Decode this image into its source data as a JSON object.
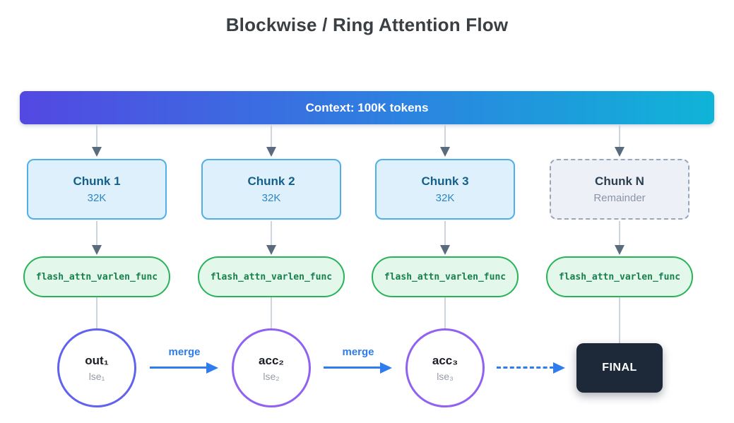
{
  "title": "Blockwise / Ring Attention Flow",
  "banner": {
    "label": "Context: 100K tokens",
    "gradient_left": "#5348e2",
    "gradient_mid": "#2e7fe0",
    "gradient_right": "#0fb4d8"
  },
  "columns": [
    {
      "chunk_title": "Chunk 1",
      "chunk_subtitle": "32K",
      "func_label": "flash_attn_varlen_func",
      "node_main": "out₁",
      "node_sub": "lse₁"
    },
    {
      "chunk_title": "Chunk 2",
      "chunk_subtitle": "32K",
      "func_label": "flash_attn_varlen_func",
      "node_main": "acc₂",
      "node_sub": "lse₂"
    },
    {
      "chunk_title": "Chunk 3",
      "chunk_subtitle": "32K",
      "func_label": "flash_attn_varlen_func",
      "node_main": "acc₃",
      "node_sub": "lse₃"
    },
    {
      "chunk_title": "Chunk N",
      "chunk_subtitle": "Remainder",
      "func_label": "flash_attn_varlen_func",
      "final_label": "FINAL"
    }
  ],
  "merge_arrows": [
    {
      "label": "merge",
      "style": "solid"
    },
    {
      "label": "merge",
      "style": "solid"
    },
    {
      "label": "",
      "style": "dashed"
    }
  ],
  "colors": {
    "chunk_fill": "#ddf0fb",
    "chunk_border": "#4fb0e8",
    "chunk_title_text": "#155f8d",
    "chunk_sub_text": "#2e86c1",
    "chunk_n_fill": "#edf1f7",
    "chunk_n_border": "#9aa7bb",
    "pill_fill": "#e3f8eb",
    "pill_border": "#29b358",
    "pill_text": "#17804d",
    "circle1_border": "#6163ee",
    "circle23_border": "#9161f1",
    "merge_arrow": "#2e7cee",
    "down_arrow_head": "#5a6b7d",
    "final_fill": "#1d2939",
    "final_text": "#ffffff"
  }
}
